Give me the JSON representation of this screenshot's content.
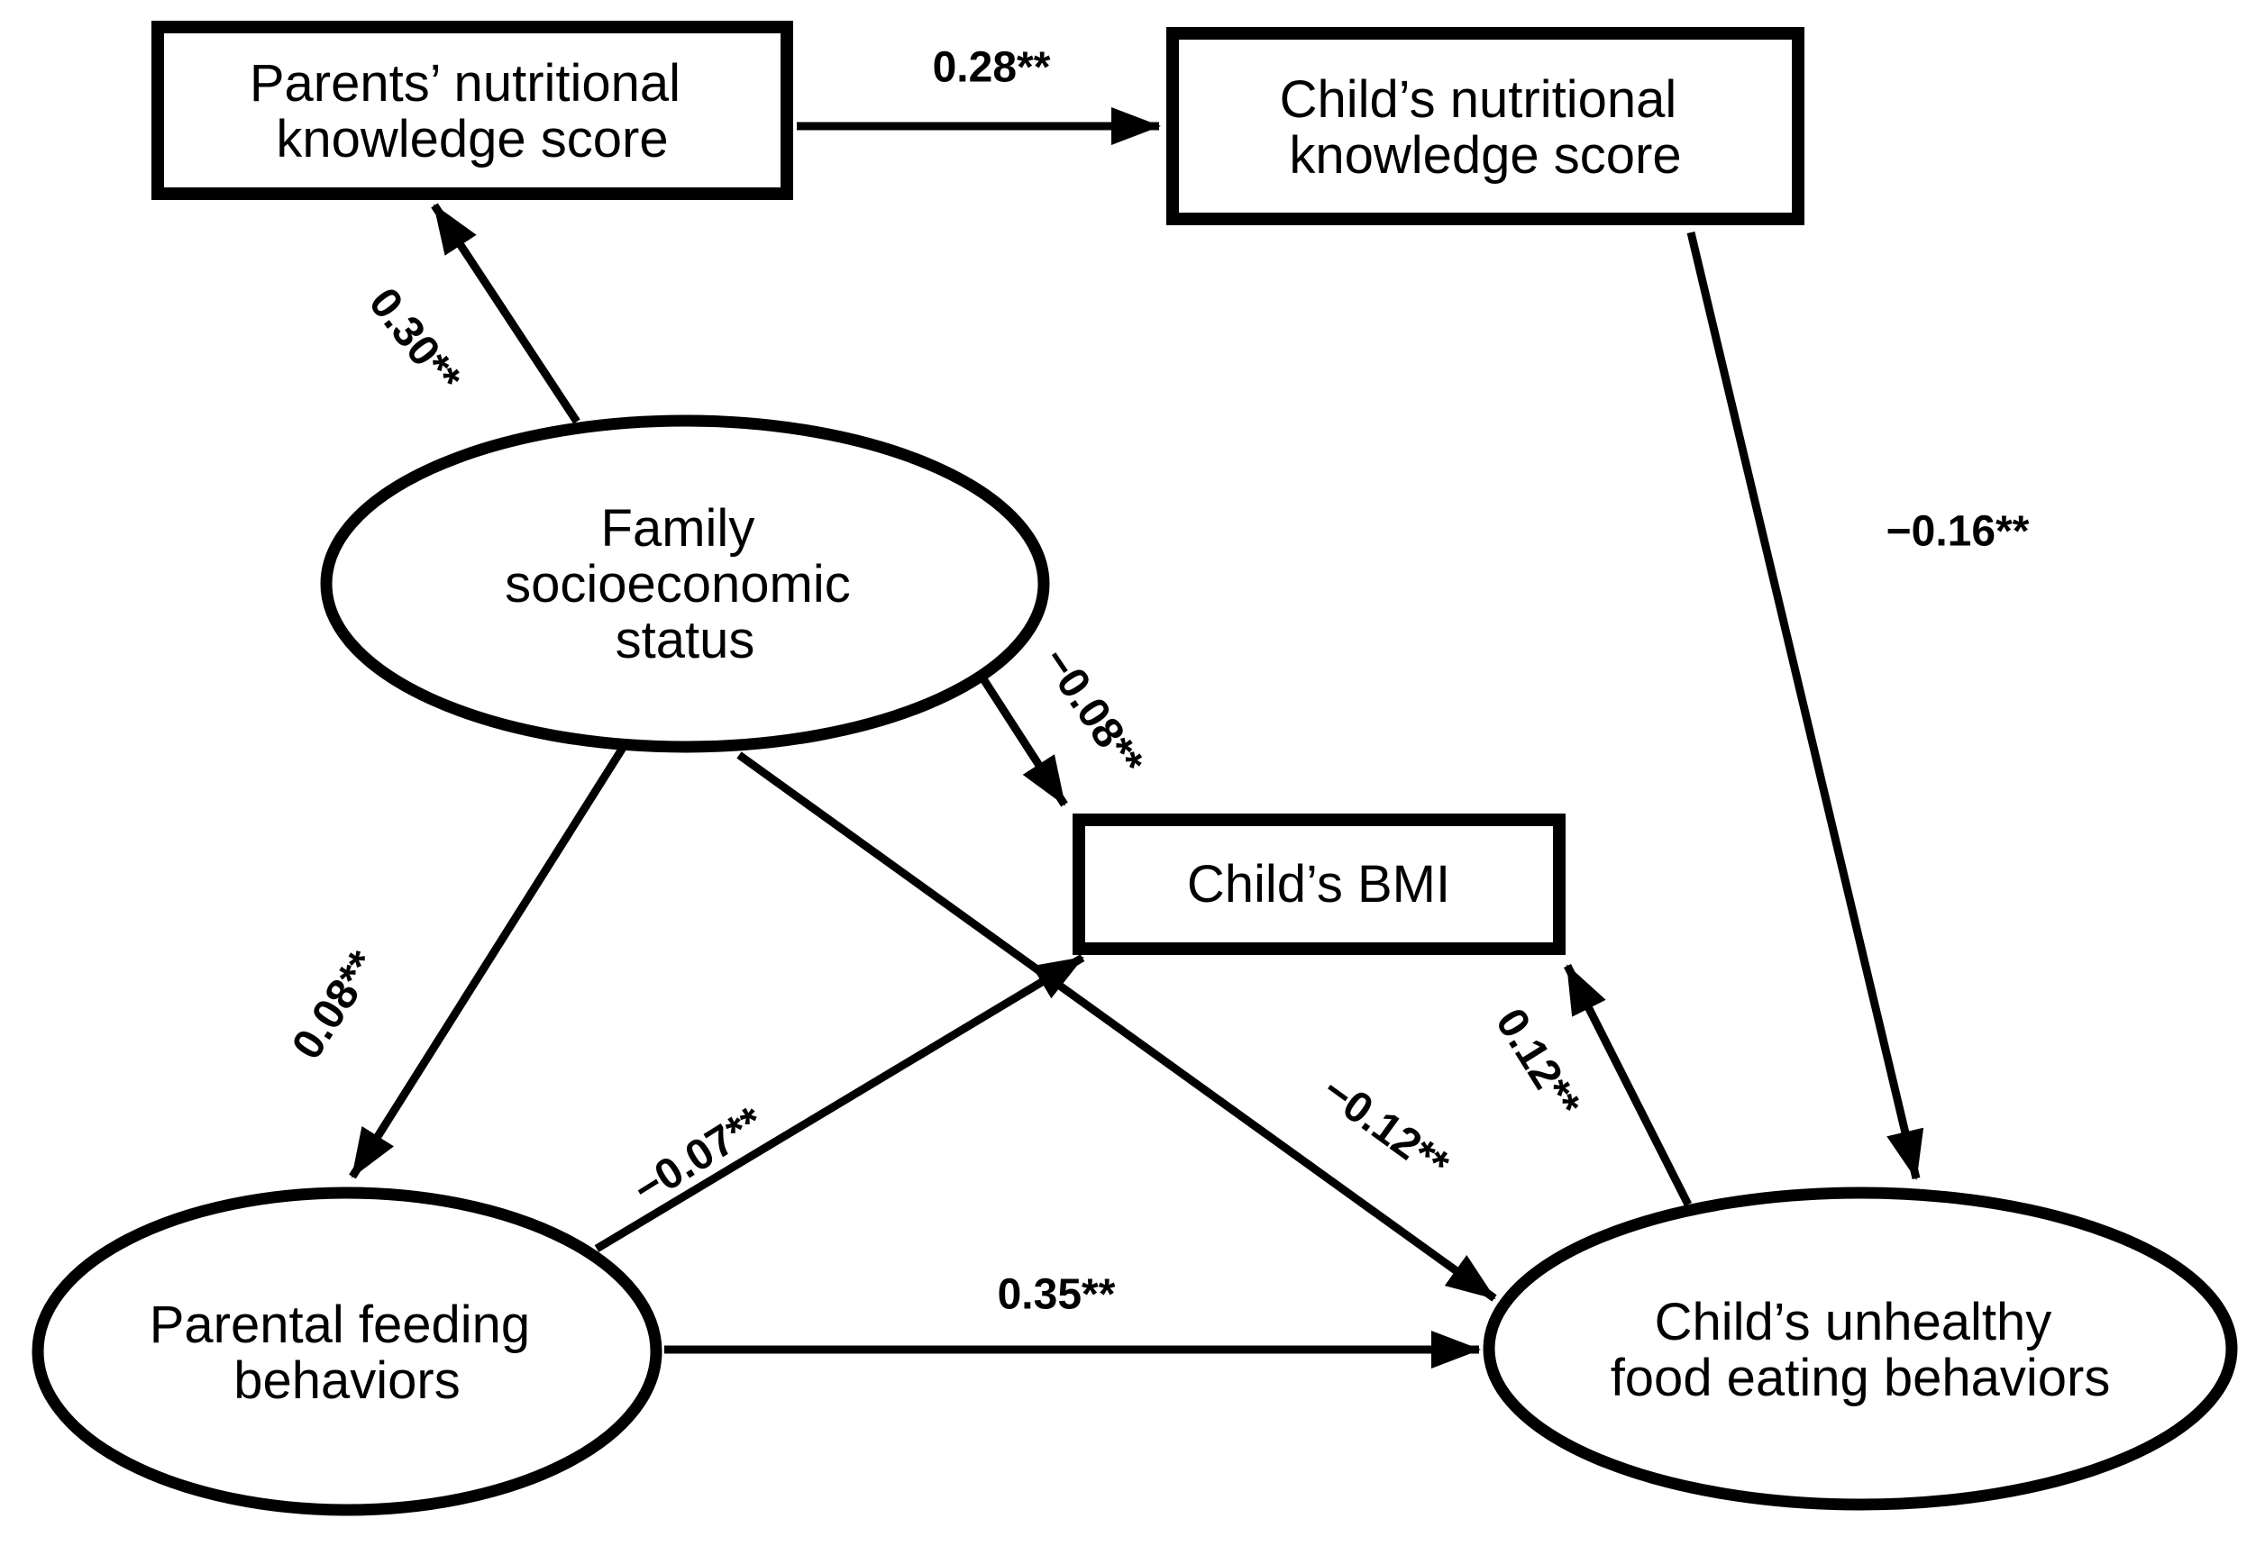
{
  "diagram": {
    "type": "path-model",
    "description_colors": {
      "background": "#ffffff",
      "line": "#000000",
      "text": "#000000"
    }
  },
  "nodes": {
    "parents_knowledge": {
      "shape": "rectangle",
      "lines": [
        "Parents’ nutritional",
        "knowledge score"
      ]
    },
    "child_knowledge": {
      "shape": "rectangle",
      "lines": [
        "Child’s nutritional",
        "knowledge score"
      ]
    },
    "child_bmi": {
      "shape": "rectangle",
      "lines": [
        "Child’s BMI"
      ]
    },
    "family_ses": {
      "shape": "ellipse",
      "lines": [
        "Family",
        "socioeconomic",
        "status"
      ]
    },
    "parental_feeding": {
      "shape": "ellipse",
      "lines": [
        "Parental feeding",
        "behaviors"
      ]
    },
    "child_unhealthy": {
      "shape": "ellipse",
      "lines": [
        "Child’s unhealthy",
        "food eating behaviors"
      ]
    }
  },
  "paths": [
    {
      "from": "family_ses",
      "to": "parents_knowledge",
      "coef": "0.30**"
    },
    {
      "from": "parents_knowledge",
      "to": "child_knowledge",
      "coef": "0.28**"
    },
    {
      "from": "child_knowledge",
      "to": "child_unhealthy",
      "coef": "−0.16**"
    },
    {
      "from": "family_ses",
      "to": "child_bmi",
      "coef": "−0.08**"
    },
    {
      "from": "family_ses",
      "to": "parental_feeding",
      "coef": "0.08**"
    },
    {
      "from": "family_ses",
      "to": "child_unhealthy",
      "coef": "−0.12**"
    },
    {
      "from": "parental_feeding",
      "to": "child_bmi",
      "coef": "−0.07**"
    },
    {
      "from": "parental_feeding",
      "to": "child_unhealthy",
      "coef": "0.35**"
    },
    {
      "from": "child_unhealthy",
      "to": "child_bmi",
      "coef": "0.12**"
    }
  ]
}
